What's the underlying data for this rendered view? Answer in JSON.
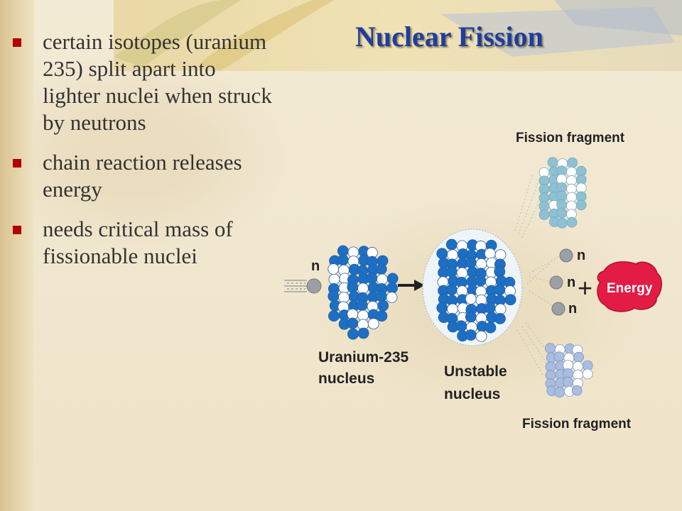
{
  "slide": {
    "title": "Nuclear Fission",
    "bullets": [
      "certain isotopes (uranium 235) split apart into lighter nuclei when struck by neutrons",
      "chain reaction releases energy",
      "needs critical mass of fissionable nuclei"
    ],
    "colors": {
      "title": "#1f3da1",
      "bullet_mark": "#b00000",
      "nucleus_blue": "#1c6fc4",
      "fragment_light": "#8ec1d3",
      "energy": "#e21c44"
    }
  },
  "diagram": {
    "fission_fragment_top": "Fission fragment",
    "fission_fragment_bottom": "Fission fragment",
    "neutron_symbol": "n",
    "plus_symbol": "+",
    "energy_label": "Energy",
    "uranium_label_line1": "Uranium-235",
    "uranium_label_line2": "nucleus",
    "unstable_label_line1": "Unstable",
    "unstable_label_line2": "nucleus"
  }
}
